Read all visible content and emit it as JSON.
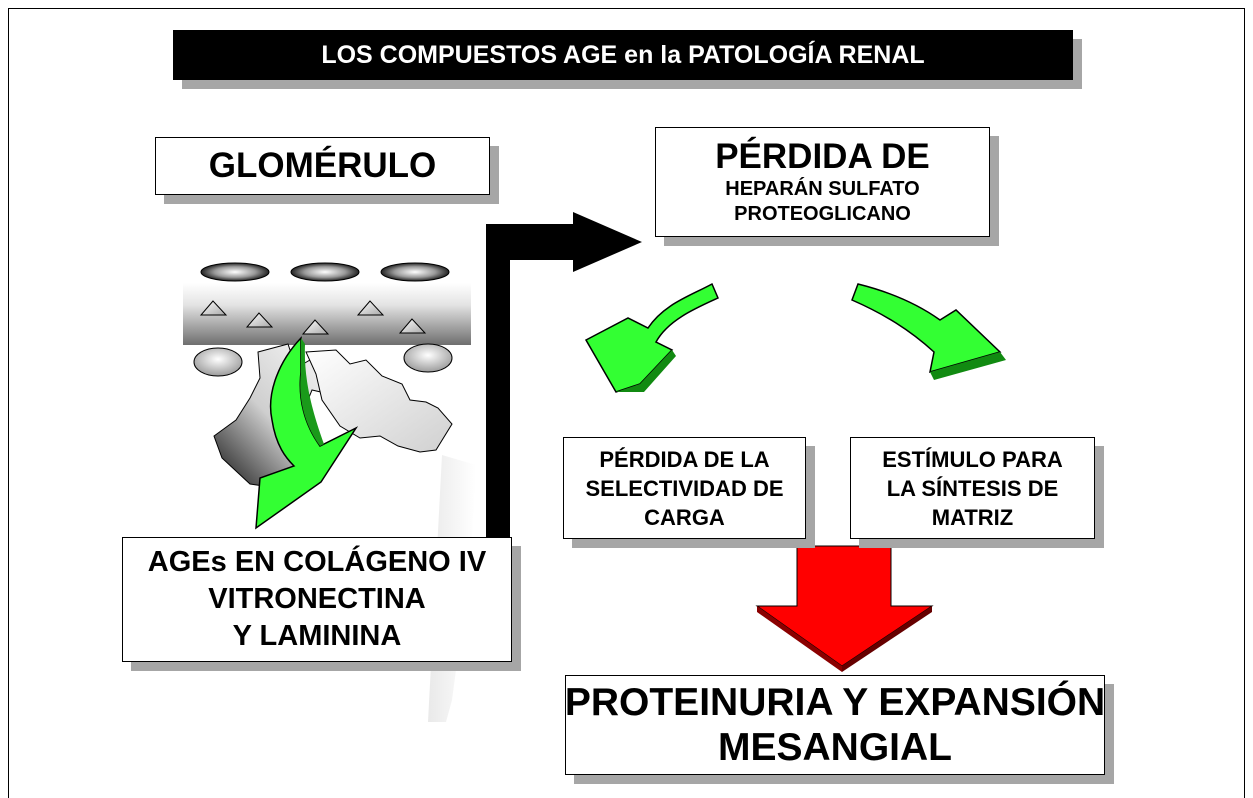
{
  "title": "LOS COMPUESTOS AGE en la PATOLOGÍA RENAL",
  "glomerulo": "GLOMÉRULO",
  "perdida": {
    "head": "PÉRDIDA DE",
    "sub1": "HEPARÁN SULFATO",
    "sub2": "PROTEOGLICANO"
  },
  "ages": {
    "line1": "AGEs EN COLÁGENO IV",
    "line2": "VITRONECTINA",
    "line3": "Y LAMININA"
  },
  "carga": {
    "line1": "PÉRDIDA DE LA",
    "line2": "SELECTIVIDAD DE",
    "line3": "CARGA"
  },
  "matriz": {
    "line1": "ESTÍMULO PARA",
    "line2": "LA SÍNTESIS DE",
    "line3": "MATRIZ"
  },
  "proteinuria": {
    "line1": "PROTEINURIA Y EXPANSIÓN",
    "line2": "MESANGIAL"
  },
  "colors": {
    "green_arrow": "#33ff33",
    "red_arrow": "#ff0000",
    "black_connector": "#000000",
    "shadow": "#a6a6a6"
  },
  "icons": [
    "curved-green-arrow-icon",
    "red-down-arrow-icon",
    "black-connector-arrow-icon",
    "glomerulus-illustration"
  ]
}
